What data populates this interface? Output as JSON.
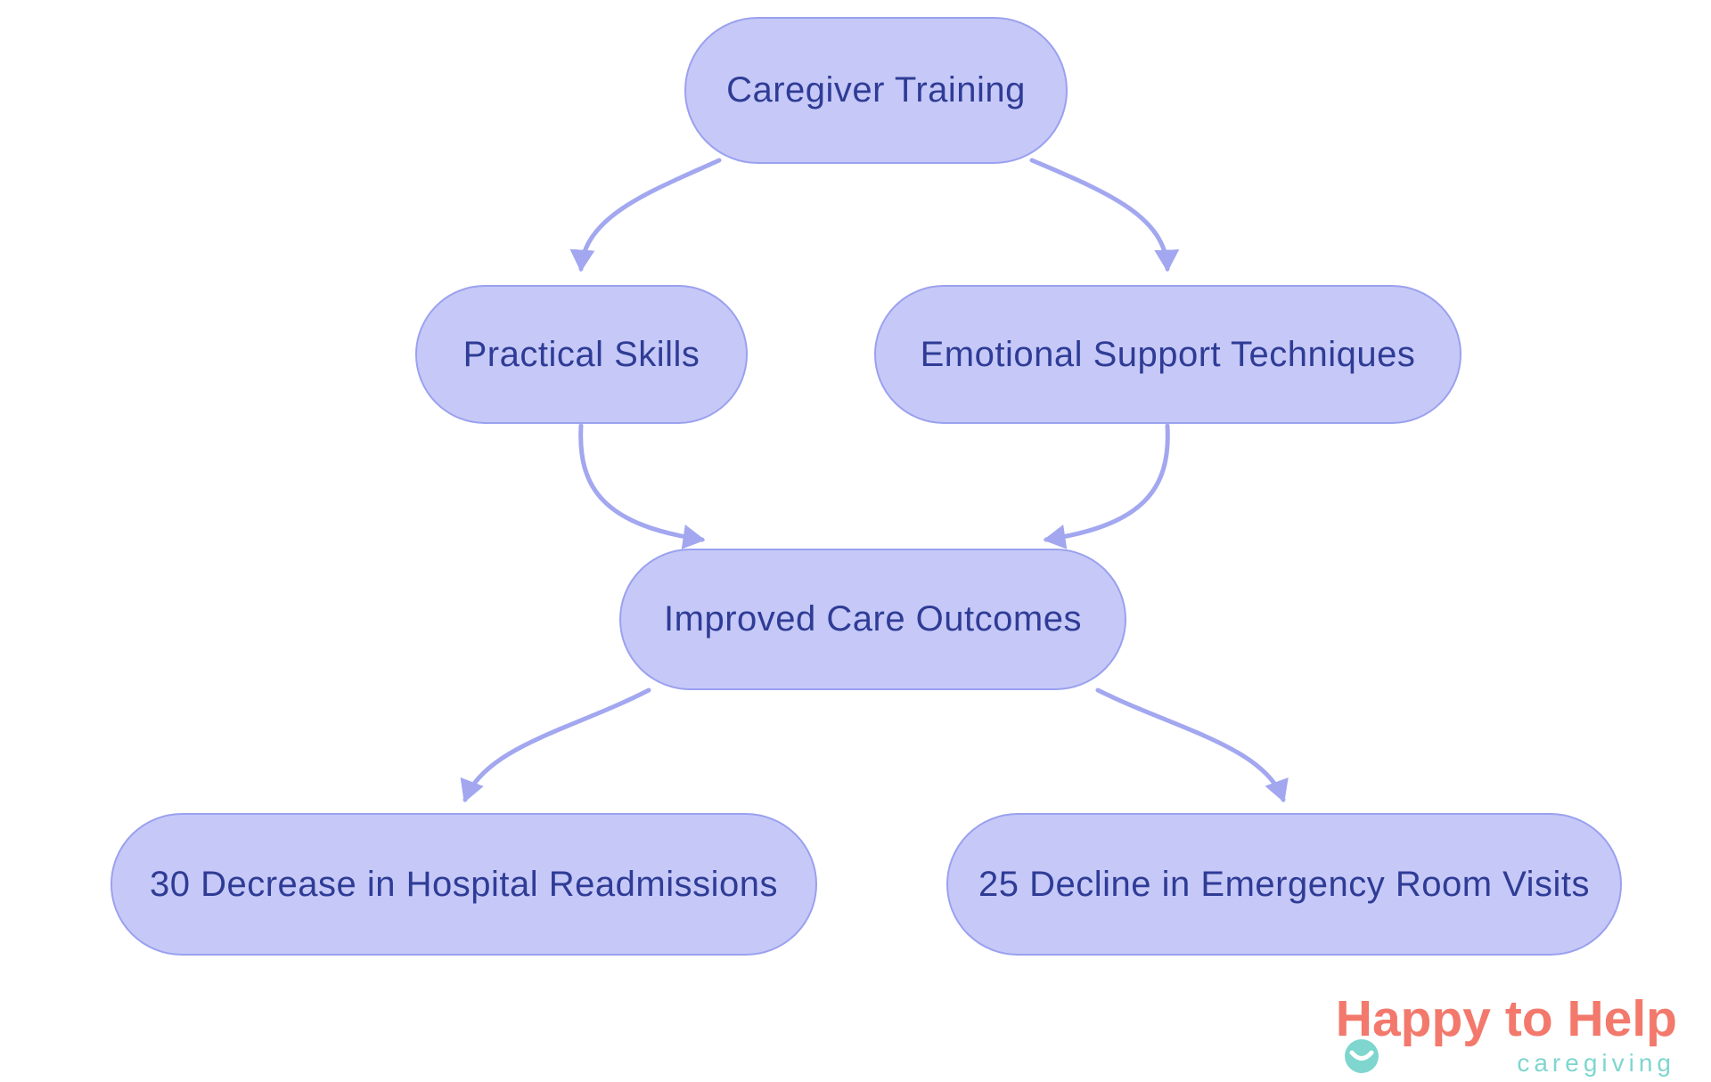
{
  "colors": {
    "background": "#ffffff",
    "node_fill": "#c6c9f7",
    "node_border": "#9aa1ef",
    "node_text": "#2f3c96",
    "arrow": "#a2a7f0",
    "logo_title": "#f2796c",
    "logo_teal": "#7fd6cf"
  },
  "diagram": {
    "type": "flowchart",
    "nodes": [
      {
        "id": "caregiver-training",
        "label": "Caregiver Training"
      },
      {
        "id": "practical-skills",
        "label": "Practical Skills"
      },
      {
        "id": "emotional-support-techniques",
        "label": "Emotional Support Techniques"
      },
      {
        "id": "improved-care-outcomes",
        "label": "Improved Care Outcomes"
      },
      {
        "id": "hospital-readmissions",
        "label": "30 Decrease in Hospital Readmissions"
      },
      {
        "id": "er-visits",
        "label": "25 Decline in Emergency Room Visits"
      }
    ],
    "edges": [
      {
        "from": "caregiver-training",
        "to": "practical-skills"
      },
      {
        "from": "caregiver-training",
        "to": "emotional-support-techniques"
      },
      {
        "from": "practical-skills",
        "to": "improved-care-outcomes"
      },
      {
        "from": "emotional-support-techniques",
        "to": "improved-care-outcomes"
      },
      {
        "from": "improved-care-outcomes",
        "to": "hospital-readmissions"
      },
      {
        "from": "improved-care-outcomes",
        "to": "er-visits"
      }
    ]
  },
  "logo": {
    "title": "Happy to Help",
    "subtitle": "caregiving"
  }
}
